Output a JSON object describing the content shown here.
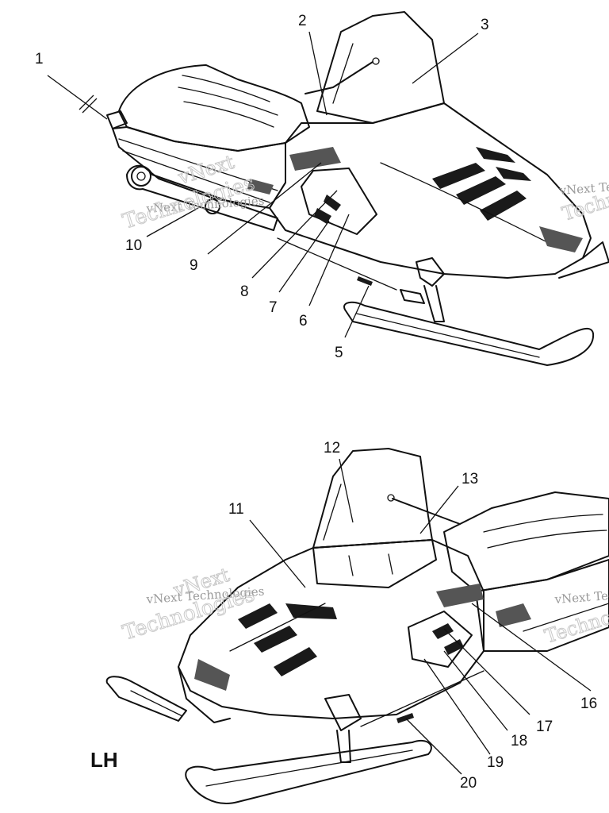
{
  "diagram": {
    "side_label": "LH",
    "callouts": [
      "1",
      "2",
      "3",
      "5",
      "6",
      "7",
      "8",
      "9",
      "10",
      "11",
      "12",
      "13",
      "16",
      "17",
      "18",
      "19",
      "20"
    ],
    "watermark": {
      "line1": "vNext",
      "line2": "Technologies",
      "small": "vNext Technologies"
    }
  }
}
